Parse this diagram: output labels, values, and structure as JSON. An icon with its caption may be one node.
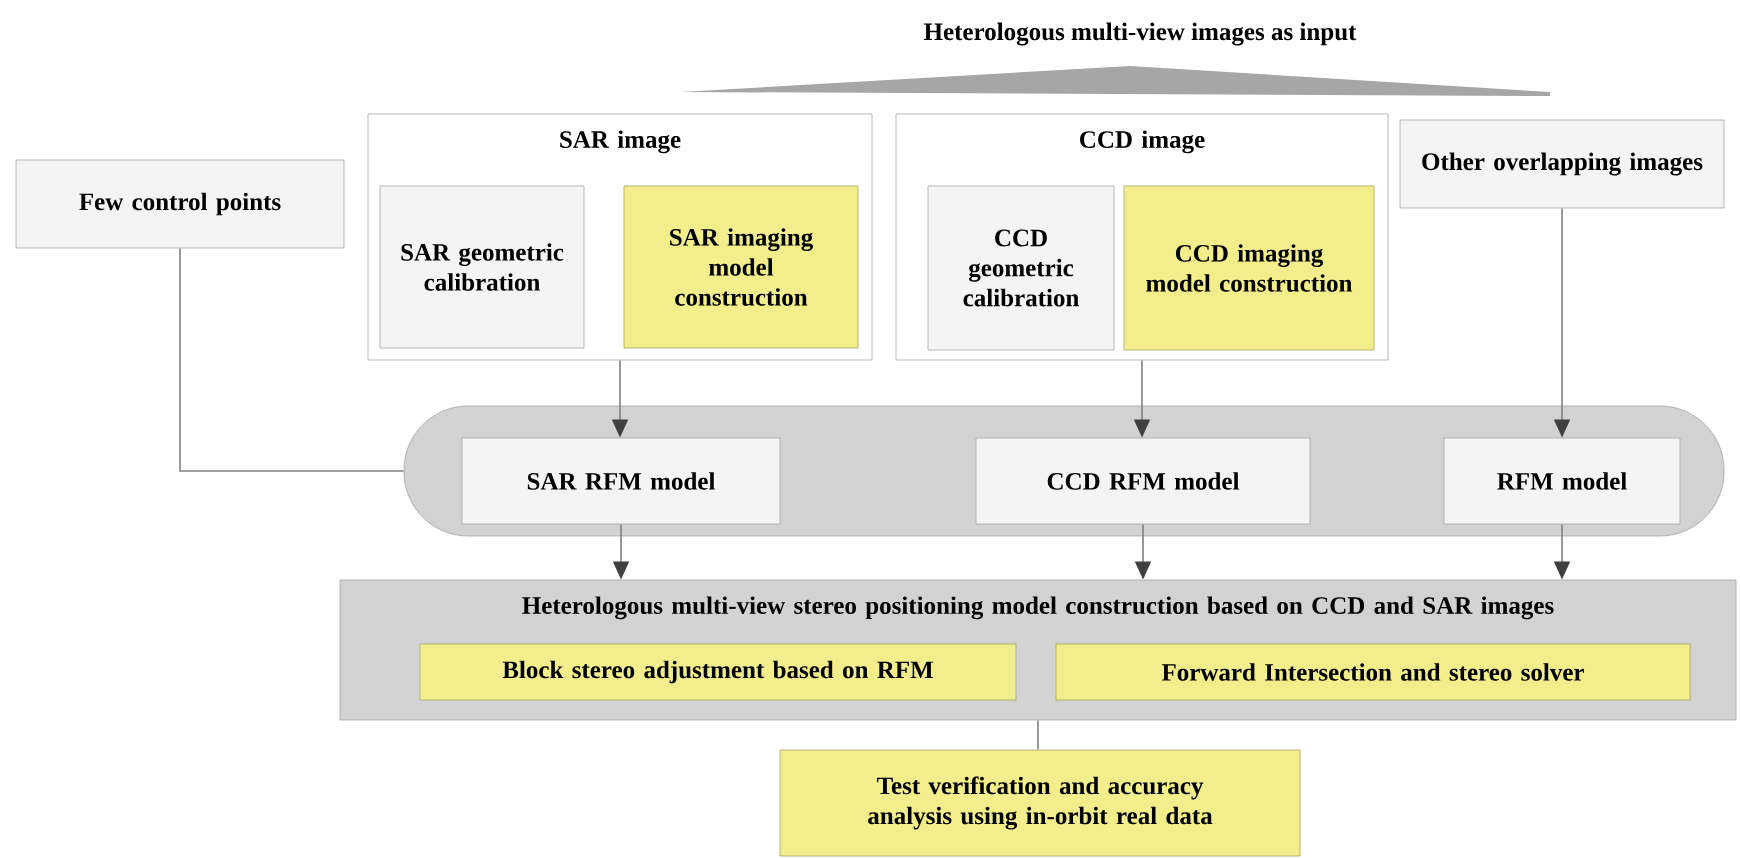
{
  "diagram": {
    "title": "Heterologous multi-view images as input",
    "nodes": [
      {
        "text": [
          "Few control points"
        ]
      },
      {
        "text": [
          "SAR image"
        ]
      },
      {
        "text": [
          "SAR geometric calibration"
        ],
        "in": 1
      },
      {
        "text": [
          "SAR imaging model construction"
        ],
        "in": 1
      },
      {
        "text": [
          "CCD image"
        ]
      },
      {
        "text": [
          "CCD geometric calibration"
        ],
        "in": 4
      },
      {
        "text": [
          "CCD imaging model construction"
        ],
        "in": 4
      },
      {
        "text": [
          "Other overlapping images"
        ]
      },
      {
        "text": [],
        "shape": "band"
      },
      {
        "text": [
          "SAR RFM model"
        ],
        "in": 8
      },
      {
        "text": [
          "CCD RFM model"
        ],
        "in": 8
      },
      {
        "text": [
          "RFM model"
        ],
        "in": 8
      },
      {
        "text": [
          "Heterologous multi-view stereo positioning model construction based on CCD and SAR images"
        ]
      },
      {
        "text": [
          "Block stereo adjustment based on RFM"
        ],
        "in": 12
      },
      {
        "text": [
          "Forward Intersection and stereo solver"
        ],
        "in": 12
      },
      {
        "text": [
          "Test verification and accuracy analysis using in-orbit real data"
        ]
      }
    ],
    "edges": [
      {
        "from": 0,
        "to": 8,
        "arrow": "none"
      },
      {
        "from": 1,
        "to": 9,
        "arrow": "to"
      },
      {
        "from": 4,
        "to": 10,
        "arrow": "to"
      },
      {
        "from": 7,
        "to": 11,
        "arrow": "to"
      },
      {
        "from": 9,
        "to": 12,
        "arrow": "to"
      },
      {
        "from": 10,
        "to": 12,
        "arrow": "to"
      },
      {
        "from": 11,
        "to": 12,
        "arrow": "to"
      },
      {
        "from": 12,
        "to": 15,
        "arrow": "none"
      }
    ]
  }
}
